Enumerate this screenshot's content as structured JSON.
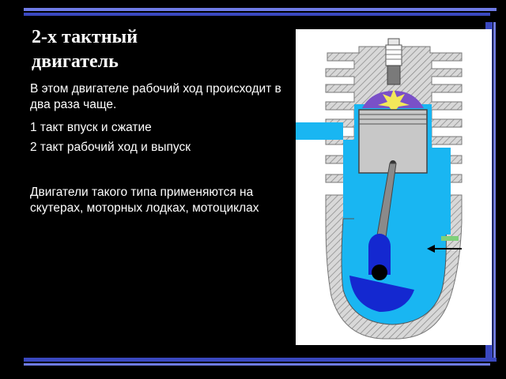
{
  "slide": {
    "title": "2-х тактный\nдвигатель",
    "paragraphs": [
      "В этом двигателе рабочий ход происходит в два раза чаще.",
      "1 такт  впуск и сжатие",
      "2 такт рабочий ход и выпуск",
      "Двигатели такого типа применяются на скутерах, моторных лодках, мотоциклах"
    ]
  },
  "colors": {
    "background": "#000000",
    "frame_blue": "#3a48c0",
    "frame_light": "#6f7be6",
    "coolant": "#19b6f2",
    "crank": "#1428d0",
    "combustion": "#7a50c8"
  }
}
